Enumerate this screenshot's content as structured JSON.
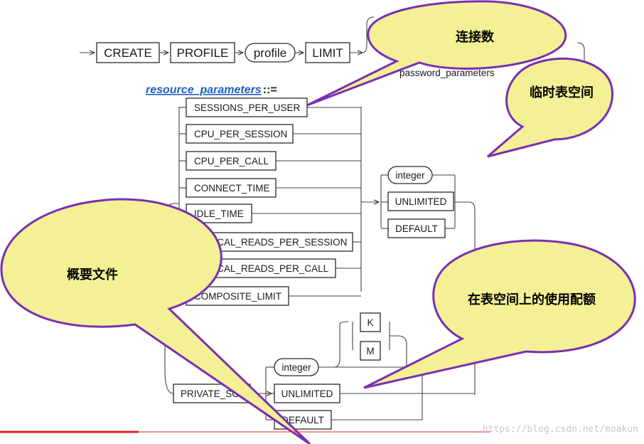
{
  "header_row": {
    "create": "CREATE",
    "profile_kw": "PROFILE",
    "profile_var": "profile",
    "limit": "LIMIT",
    "password_parameters": "password_parameters"
  },
  "resource_parameters": {
    "link": "resource_parameters",
    "definition_op": "::="
  },
  "params": [
    "SESSIONS_PER_USER",
    "CPU_PER_SESSION",
    "CPU_PER_CALL",
    "CONNECT_TIME",
    "IDLE_TIME",
    "LOGICAL_READS_PER_SESSION",
    "LOGICAL_READS_PER_CALL",
    "COMPOSITE_LIMIT"
  ],
  "value_choices": {
    "integer": "integer",
    "unlimited": "UNLIMITED",
    "default": "DEFAULT"
  },
  "private_sga": {
    "label": "PRIVATE_SGA",
    "integer": "integer",
    "k": "K",
    "m": "M",
    "unlimited": "UNLIMITED",
    "default": "DEFAULT"
  },
  "callouts": {
    "sessions": "连接数",
    "temp_tablespace": "临时表空间",
    "profile_file": "概要文件",
    "quota": "在表空间上的使用配额"
  },
  "watermark": "https://blog.csdn.net/moakun",
  "colors": {
    "bubble_fill": "#f3f095",
    "bubble_stroke": "#7a2fb0",
    "link": "#1f5fbf",
    "footer_line": "#e02020"
  }
}
